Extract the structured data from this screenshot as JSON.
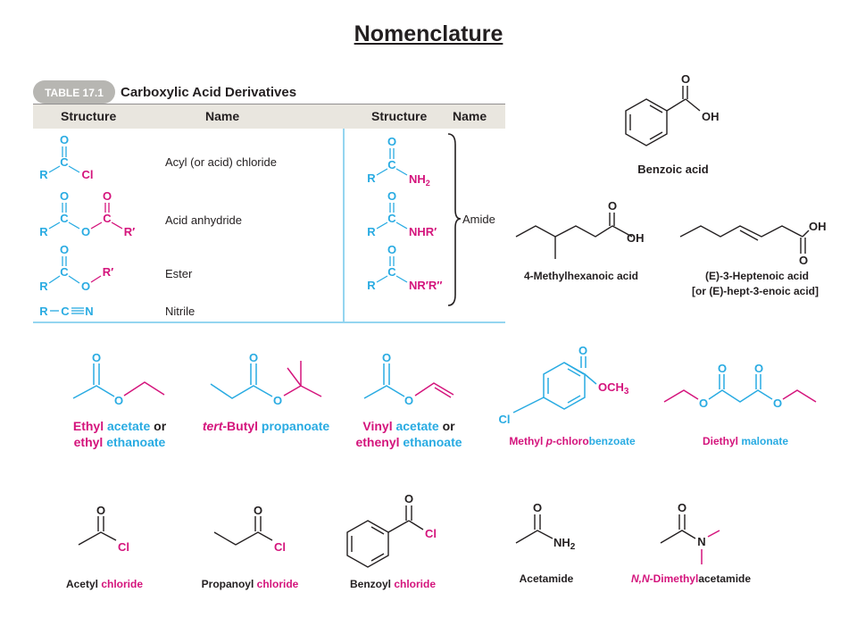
{
  "title": "Nomenclature",
  "table": {
    "badge": "TABLE 17.1",
    "title": "Carboxylic Acid Derivatives",
    "headers": {
      "structure_left": "Structure",
      "name_left": "Name",
      "structure_right": "Structure",
      "name_right": "Name"
    },
    "rows": [
      {
        "name": "Acyl (or acid) chloride"
      },
      {
        "name": "Acid anhydride"
      },
      {
        "name": "Ester"
      },
      {
        "name": "Nitrile"
      }
    ],
    "amide_label": "Amide",
    "atoms": {
      "O": "O",
      "C": "C",
      "R": "R",
      "Cl": "Cl",
      "R_prime": "R′",
      "N": "N",
      "NH": "NH",
      "sub2": "2",
      "NHR_prime": "NHR′",
      "NR_R": "NR′R″"
    }
  },
  "acids": {
    "atoms": {
      "O": "O",
      "OH": "OH"
    },
    "benzoic": "Benzoic acid",
    "methylhexanoic": "4-Methylhexanoic acid",
    "heptenoic_line1": "(E)-3-Heptenoic  acid",
    "heptenoic_line2": "[or (E)-hept-3-enoic acid]"
  },
  "esters": {
    "atoms": {
      "O": "O",
      "Cl": "Cl",
      "OCH": "OCH",
      "sub3": "3"
    },
    "ethyl_acetate": {
      "a": "Ethyl",
      "b": " acetate",
      "c": " or",
      "d": "ethyl",
      "e": " ethanoate"
    },
    "tbutyl_propanoate": {
      "a": "tert",
      "b": "-Butyl",
      "c": " propanoate"
    },
    "vinyl_acetate": {
      "a": "Vinyl",
      "b": " acetate",
      "c": " or",
      "d": "ethenyl",
      "e": " ethanoate"
    },
    "methyl_chlorobenzoate": {
      "a": "Methyl ",
      "b": "p",
      "c": "-chloro",
      "d": "benzoate"
    },
    "diethyl_malonate": {
      "a": "Diethyl",
      "b": " malonate"
    }
  },
  "chlorides_amides": {
    "atoms": {
      "O": "O",
      "Cl": "Cl",
      "NH": "NH",
      "sub2": "2",
      "N": "N"
    },
    "acetyl_chloride": {
      "a": "Acetyl",
      "b": " chloride"
    },
    "propanoyl_chloride": {
      "a": "Propanoyl",
      "b": " chloride"
    },
    "benzoyl_chloride": {
      "a": "Benzoyl",
      "b": " chloride"
    },
    "acetamide": "Acetamide",
    "dimethylacetamide": {
      "a": "N,N",
      "b": "-Dimethyl",
      "c": "acetamide"
    }
  },
  "colors": {
    "acyl_blue": "#29abe2",
    "substituent_magenta": "#d4147c",
    "table_header_bg": "#e9e6df",
    "badge_bg": "#b7b6b2",
    "text": "#231f20"
  }
}
